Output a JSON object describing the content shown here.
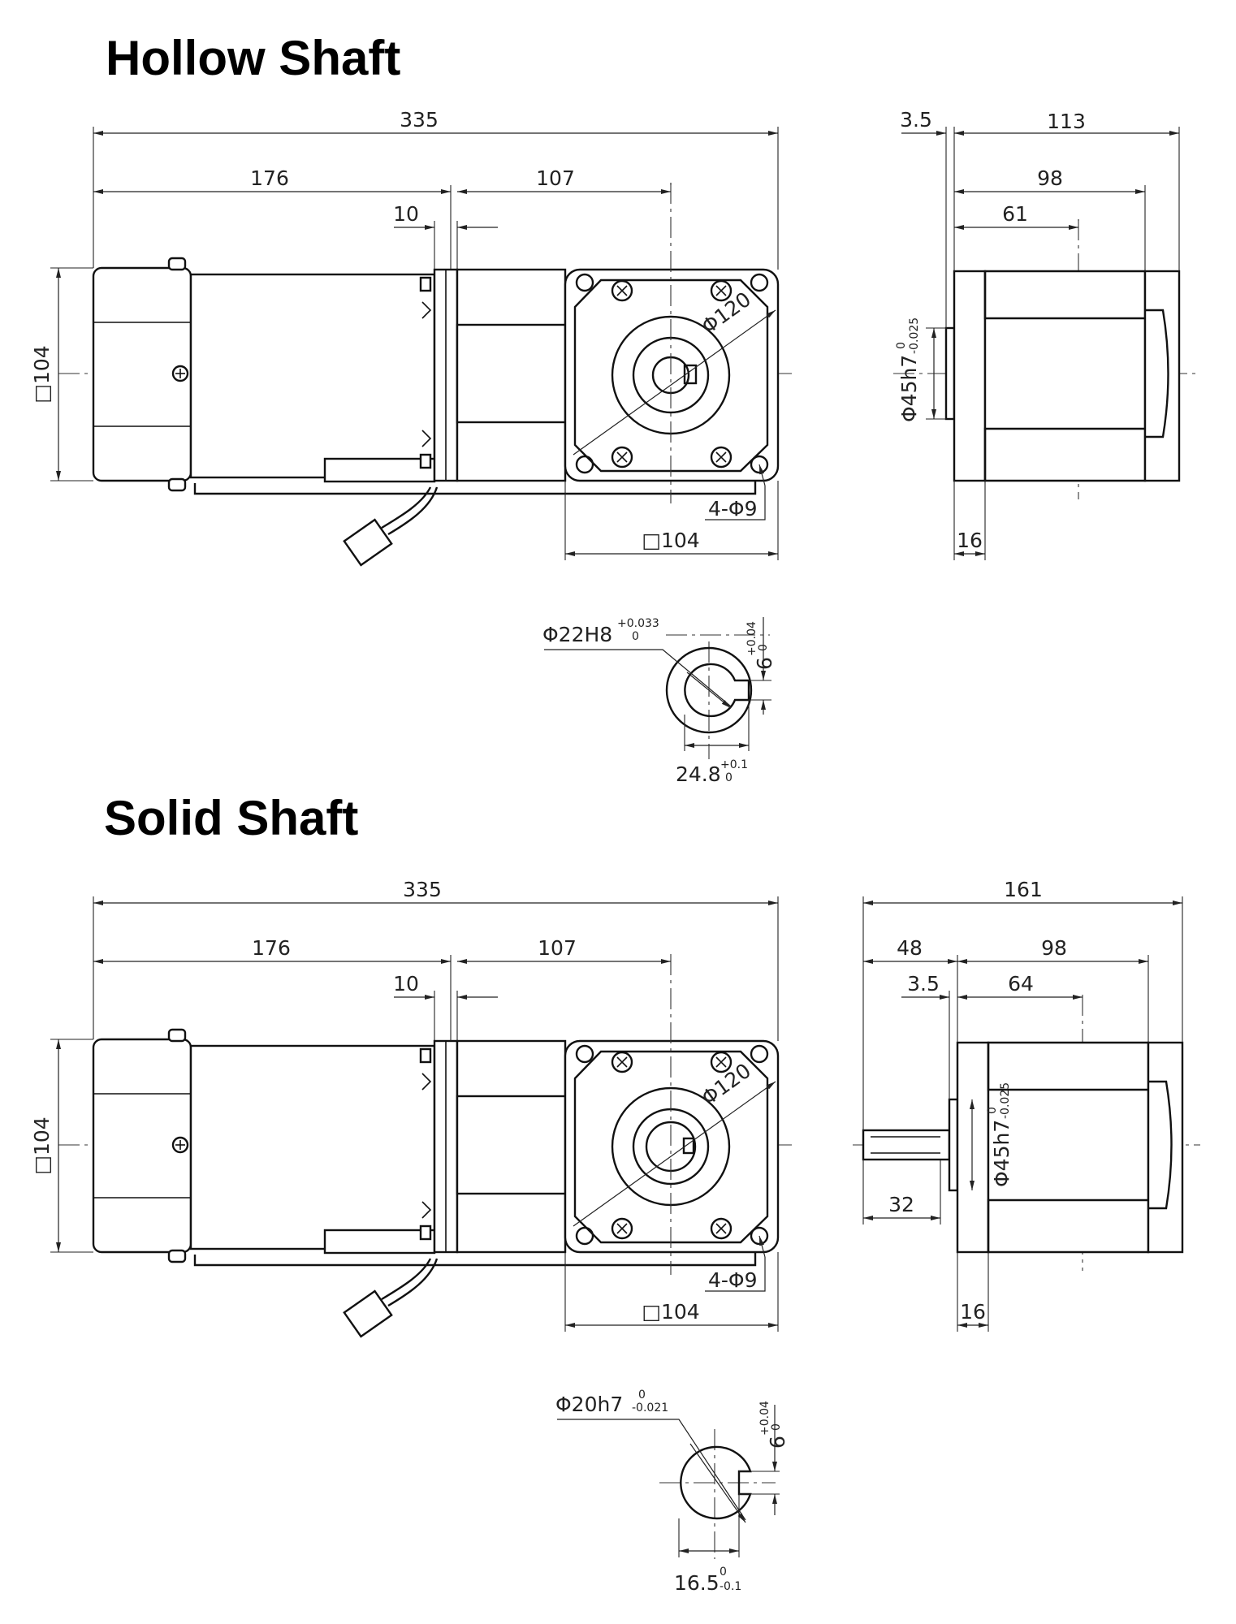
{
  "sections": [
    {
      "id": "hollow",
      "title": "Hollow Shaft",
      "front": {
        "overall": "335",
        "motor": "176",
        "gearbox": "107",
        "flange": "10",
        "height": "□104",
        "bolt_circle": "Φ120",
        "holes": "4-Φ9",
        "flange_square": "□104"
      },
      "side": {
        "pilot_offset": "3.5",
        "total": "113",
        "body": "98",
        "center": "61",
        "pilot_dia": "Φ45h7",
        "pilot_tol_upper": "0",
        "pilot_tol_lower": "-0.025",
        "flange_thk": "16"
      },
      "detail": {
        "bore": "Φ22H8",
        "bore_tol_upper": "+0.033",
        "bore_tol_lower": "0",
        "key_width": "6",
        "key_tol_upper": "+0.04",
        "key_tol_lower": "0",
        "key_depth": "24.8",
        "depth_tol_upper": "+0.1",
        "depth_tol_lower": "0"
      }
    },
    {
      "id": "solid",
      "title": "Solid Shaft",
      "front": {
        "overall": "335",
        "motor": "176",
        "gearbox": "107",
        "flange": "10",
        "height": "□104",
        "bolt_circle": "Φ120",
        "holes": "4-Φ9",
        "flange_square": "□104"
      },
      "side": {
        "total": "161",
        "shaft_len": "48",
        "body": "98",
        "pilot_offset": "3.5",
        "center": "64",
        "pilot_dia": "Φ45h7",
        "pilot_tol_upper": "0",
        "pilot_tol_lower": "-0.025",
        "key_len": "32",
        "flange_thk": "16"
      },
      "detail": {
        "shaft": "Φ20h7",
        "shaft_tol_upper": "0",
        "shaft_tol_lower": "-0.021",
        "key_width": "6",
        "key_tol_upper": "+0.04",
        "key_tol_lower": "0",
        "key_depth": "16.5",
        "depth_tol_upper": "0",
        "depth_tol_lower": "-0.1"
      }
    }
  ]
}
